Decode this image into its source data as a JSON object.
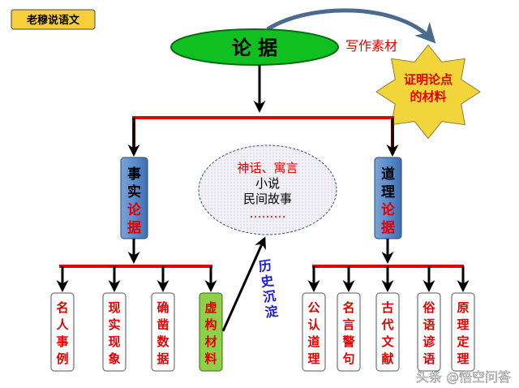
{
  "badge": {
    "text": "老穆说语文"
  },
  "root": {
    "text": "论 据"
  },
  "side_label": "写作素材",
  "star": {
    "line1": "证明论点",
    "line2": "的材料"
  },
  "left_branch": {
    "chars": [
      "事",
      "实",
      "论",
      "据"
    ]
  },
  "right_branch": {
    "chars": [
      "道",
      "理",
      "论",
      "据"
    ]
  },
  "ellipse": {
    "lines": [
      "神话、寓言",
      "小说",
      "民间故事",
      "………"
    ]
  },
  "history_label": {
    "chars": [
      "历",
      "史",
      "沉",
      "淀"
    ]
  },
  "left_leaves": [
    {
      "chars": [
        "名",
        "人",
        "事",
        "例"
      ]
    },
    {
      "chars": [
        "现",
        "实",
        "现",
        "象"
      ]
    },
    {
      "chars": [
        "确",
        "凿",
        "数",
        "据"
      ]
    },
    {
      "chars": [
        "虚",
        "构",
        "材",
        "料"
      ]
    }
  ],
  "right_leaves": [
    {
      "chars": [
        "公",
        "认",
        "道",
        "理"
      ]
    },
    {
      "chars": [
        "名",
        "言",
        "警",
        "句"
      ]
    },
    {
      "chars": [
        "古",
        "代",
        "文",
        "献"
      ]
    },
    {
      "chars": [
        "俗",
        "语",
        "谚",
        "语"
      ]
    },
    {
      "chars": [
        "原",
        "理",
        "定",
        "理"
      ]
    }
  ],
  "watermark": "头条 @悟空问答",
  "colors": {
    "root_green": "#10c020",
    "branch_blue": "#4f81bd",
    "red_line": "#e00000",
    "star_yellow": "#f2d53a",
    "leaf_green": "#8fd04a",
    "text_red": "#e00000",
    "text_blue": "#1a1ae0"
  }
}
